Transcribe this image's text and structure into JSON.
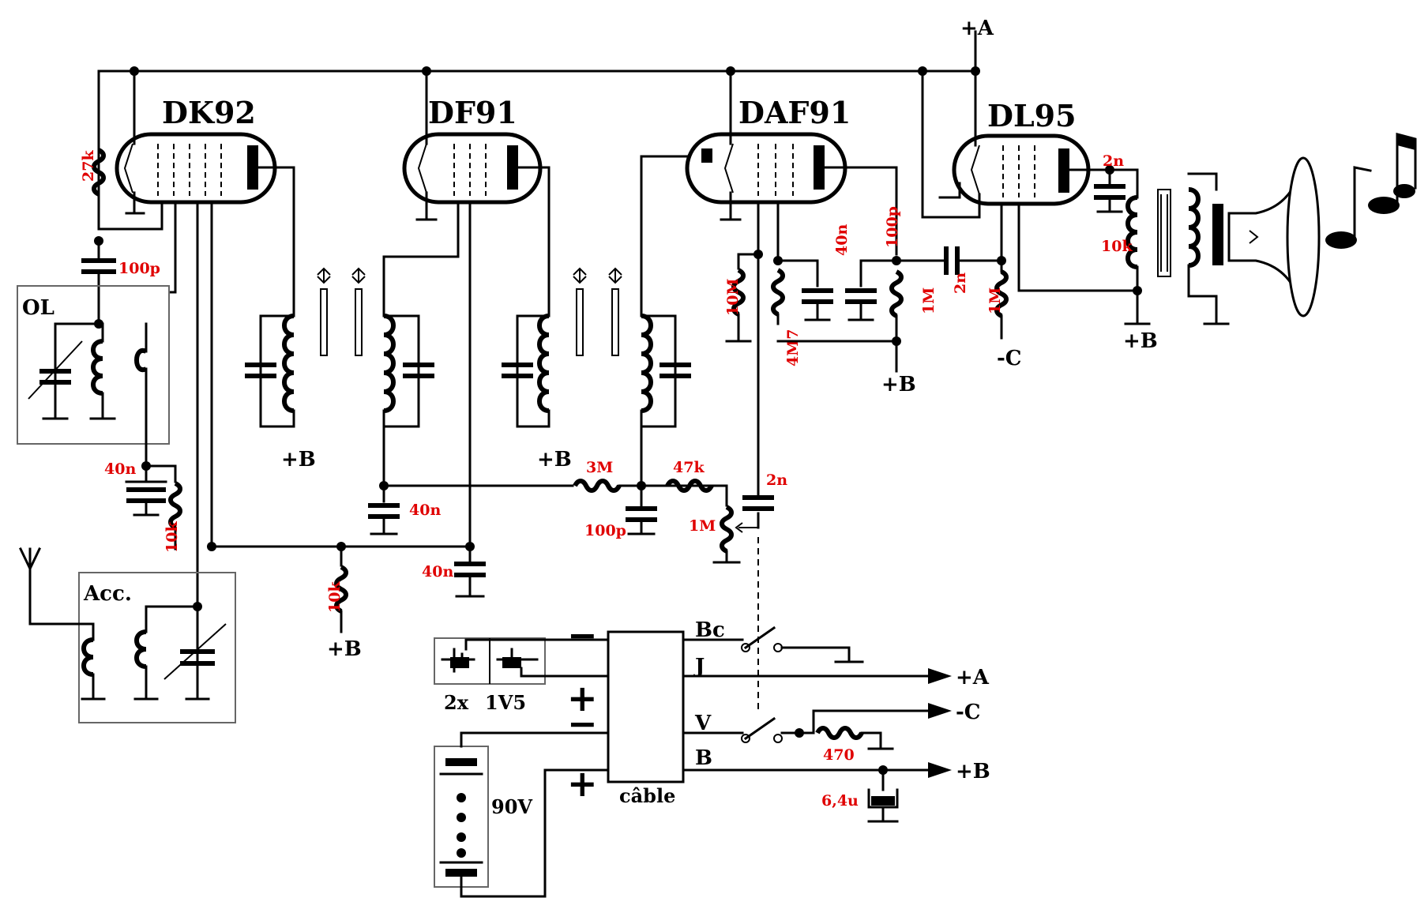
{
  "tubes": {
    "dk92": "DK92",
    "df91": "DF91",
    "daf91": "DAF91",
    "dl95": "DL95"
  },
  "blocks": {
    "ol": "OL",
    "acc": "Acc."
  },
  "rails": {
    "a_top": "+A",
    "b_1": "+B",
    "b_2": "+B",
    "b_3": "+B",
    "b_4": "+B",
    "b_5": "+B",
    "c_1": "-C"
  },
  "components": {
    "r_27k": "27k",
    "c_100p_in": "100p",
    "c_40n_osc": "40n",
    "r_10k_osc": "10k",
    "r_10k_scr": "10k",
    "c_40n_agc": "40n",
    "c_40n_scr": "40n",
    "r_3m": "3M",
    "r_47k": "47k",
    "c_100p_det": "100p",
    "c_2n_cpl": "2n",
    "pot_1m": "1M",
    "r_10m": "10M",
    "r_4m7": "4M7",
    "c_40n_df": "40n",
    "c_100p_a": "100p",
    "r_1m_load": "1M",
    "c_2n_out": "2n",
    "r_1m_grid": "1M",
    "c_2n_dl": "2n",
    "r_10k_dl": "10k",
    "r_470": "470",
    "c_6u4": "6,4u"
  },
  "power": {
    "bc": "Bc",
    "j": "J",
    "v": "V",
    "b": "B",
    "out_a": "+A",
    "out_c": "-C",
    "out_b": "+B",
    "minus_1": "−",
    "plus_1": "+",
    "minus_2": "−",
    "plus_2": "+",
    "cell_count": "2x",
    "cell_voltage": "1V5",
    "battery_b": "90V",
    "cable": "câble"
  },
  "colors": {
    "wire": "#000000",
    "value_label": "#e00000",
    "block_outline": "#666666"
  }
}
